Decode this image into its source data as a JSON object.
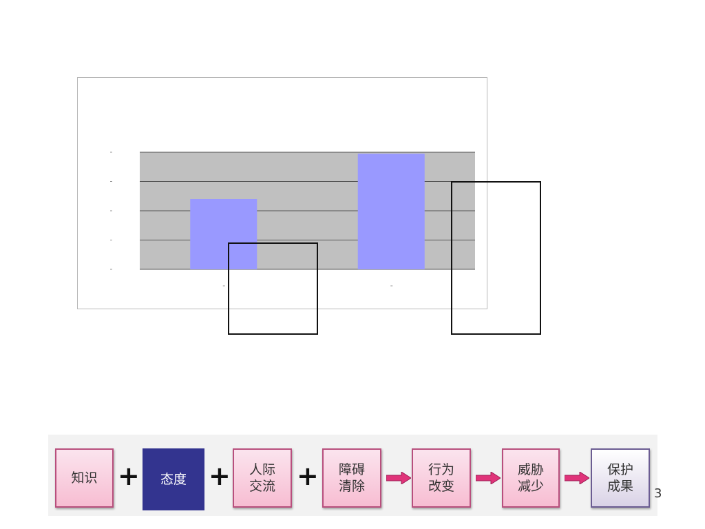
{
  "chart_data": {
    "type": "bar",
    "title": "",
    "categories": [
      "",
      ""
    ],
    "values": [
      2.4,
      3.95
    ],
    "ylim": [
      0,
      4
    ],
    "yticks": [
      0,
      1,
      2,
      3,
      4
    ],
    "grid": true,
    "colors": {
      "bar": "#9999ff",
      "plot_bg": "#c0c0c0",
      "grid": "#555555"
    }
  },
  "flow": {
    "items": [
      {
        "label": "知识",
        "style": "pink"
      },
      {
        "label": "态度",
        "style": "dark"
      },
      {
        "label": "人际\n交流",
        "style": "pink"
      },
      {
        "label": "障碍\n清除",
        "style": "pink"
      },
      {
        "label": "行为\n改变",
        "style": "pink"
      },
      {
        "label": "威胁\n减少",
        "style": "pink"
      },
      {
        "label": "保护\n成果",
        "style": "lavender"
      }
    ],
    "plus_symbol": "+",
    "arrow_color": "#e0347a"
  },
  "page_number": "3"
}
